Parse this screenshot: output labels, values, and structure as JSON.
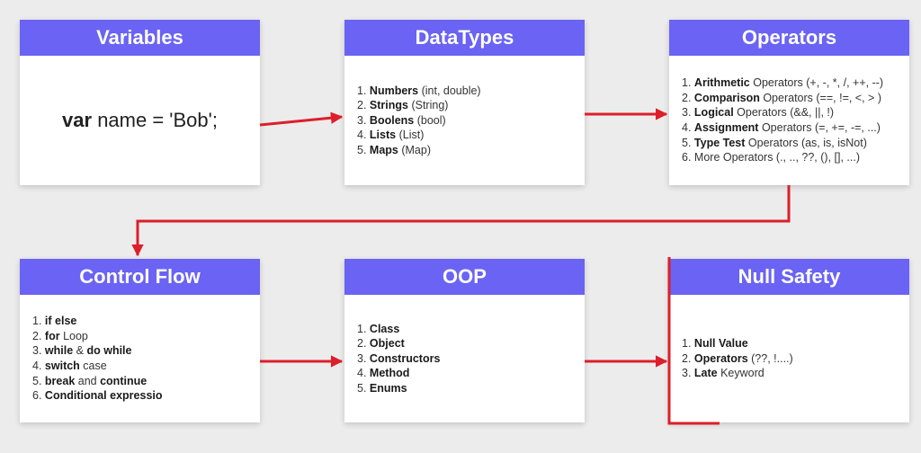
{
  "colors": {
    "header": "#6a63f3",
    "arrow": "#dc1f2a",
    "background": "#ececec"
  },
  "cards": {
    "variables": {
      "title": "Variables",
      "code_keyword": "var",
      "code_rest": " name = 'Bob';"
    },
    "datatypes": {
      "title": "DataTypes",
      "items": [
        {
          "num": "1.",
          "bold": "Numbers",
          "rest": " (int, double)"
        },
        {
          "num": "2.",
          "bold": "Strings",
          "rest": " (String)"
        },
        {
          "num": "3.",
          "bold": "Boolens",
          "rest": " (bool)"
        },
        {
          "num": "4.",
          "bold": "Lists",
          "rest": " (List)"
        },
        {
          "num": "5.",
          "bold": "Maps",
          "rest": " (Map)"
        }
      ]
    },
    "operators": {
      "title": "Operators",
      "items": [
        {
          "num": "1.",
          "bold": "Arithmetic",
          "rest": " Operators (+, -, *, /, ++, --)"
        },
        {
          "num": "2.",
          "bold": "Comparison",
          "rest": " Operators (==, !=, <, > )"
        },
        {
          "num": "3.",
          "bold": "Logical",
          "rest": " Operators (&&, ||, !)"
        },
        {
          "num": "4.",
          "bold": "Assignment",
          "rest": " Operators (=, +=, -=, ...)"
        },
        {
          "num": "5.",
          "bold": "Type Test",
          "rest": " Operators (as, is, isNot)"
        },
        {
          "num": "6.",
          "bold": "",
          "rest": "More Operators (., .., ??, (), [], ...)"
        }
      ]
    },
    "control_flow": {
      "title": "Control Flow",
      "items": [
        {
          "num": "1.",
          "bold": "if else",
          "rest": ""
        },
        {
          "num": "2.",
          "bold": "for",
          "rest": " Loop"
        },
        {
          "num": "3.",
          "bold": "while",
          "rest": " & ",
          "bold2": "do while"
        },
        {
          "num": "4.",
          "bold": "switch",
          "rest": " case"
        },
        {
          "num": "5.",
          "bold": "break",
          "rest": " and ",
          "bold2": "continue"
        },
        {
          "num": "6.",
          "bold": "Conditional expressio",
          "rest": ""
        }
      ]
    },
    "oop": {
      "title": "OOP",
      "items": [
        {
          "num": "1.",
          "bold": "Class",
          "rest": ""
        },
        {
          "num": "2.",
          "bold": "Object",
          "rest": ""
        },
        {
          "num": "3.",
          "bold": "Constructors",
          "rest": ""
        },
        {
          "num": "4.",
          "bold": "Method",
          "rest": ""
        },
        {
          "num": "5.",
          "bold": "Enums",
          "rest": ""
        }
      ]
    },
    "null_safety": {
      "title": "Null Safety",
      "items": [
        {
          "num": "1.",
          "bold": "Null Value",
          "rest": ""
        },
        {
          "num": "2.",
          "bold": "Operators",
          "rest": " (??, !....)"
        },
        {
          "num": "3.",
          "bold": "Late",
          "rest": " Keyword"
        }
      ]
    }
  }
}
